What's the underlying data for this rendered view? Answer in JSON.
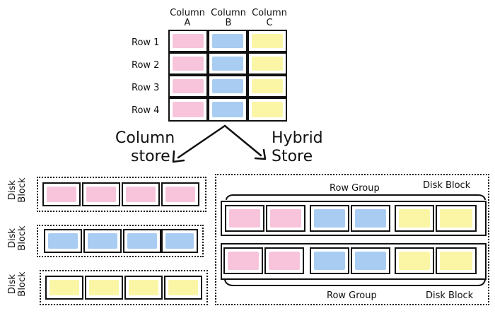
{
  "table": {
    "columns": [
      {
        "line1": "Column",
        "line2": "A"
      },
      {
        "line1": "Column",
        "line2": "B"
      },
      {
        "line1": "Column",
        "line2": "C"
      }
    ],
    "rows": [
      "Row 1",
      "Row 2",
      "Row 3",
      "Row 4"
    ]
  },
  "column_store": {
    "line1": "Column",
    "line2": "store",
    "block_label_line1": "Disk",
    "block_label_line2": "Block"
  },
  "hybrid_store": {
    "line1": "Hybrid",
    "line2": "Store",
    "row_group_label": "Row Group",
    "disk_block_label": "Disk Block"
  },
  "colors": {
    "column_a": "#f8c4dc",
    "column_b": "#a9cdf2",
    "column_c": "#fbf5a6"
  }
}
